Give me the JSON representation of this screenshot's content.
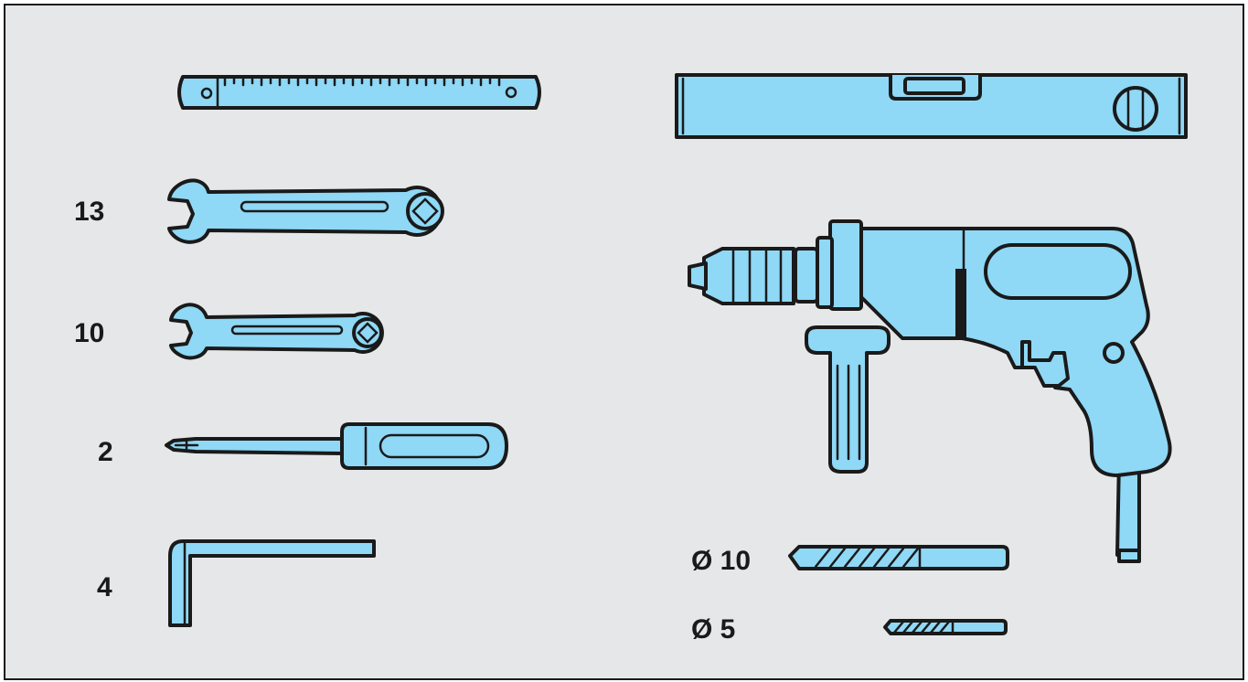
{
  "labels": {
    "wrench_13": "13",
    "wrench_10": "10",
    "screwdriver": "2",
    "hex_key": "4",
    "drill_bit_10": "Ø 10",
    "drill_bit_5": "Ø 5"
  },
  "colors": {
    "tool_fill": "#8fd8f6",
    "outline": "#1a1a1a",
    "background": "#e6e7e8"
  },
  "icons": [
    "ruler-icon",
    "spirit-level-icon",
    "wrench-icon",
    "screwdriver-icon",
    "hex-key-icon",
    "drill-icon",
    "drill-bit-icon"
  ]
}
